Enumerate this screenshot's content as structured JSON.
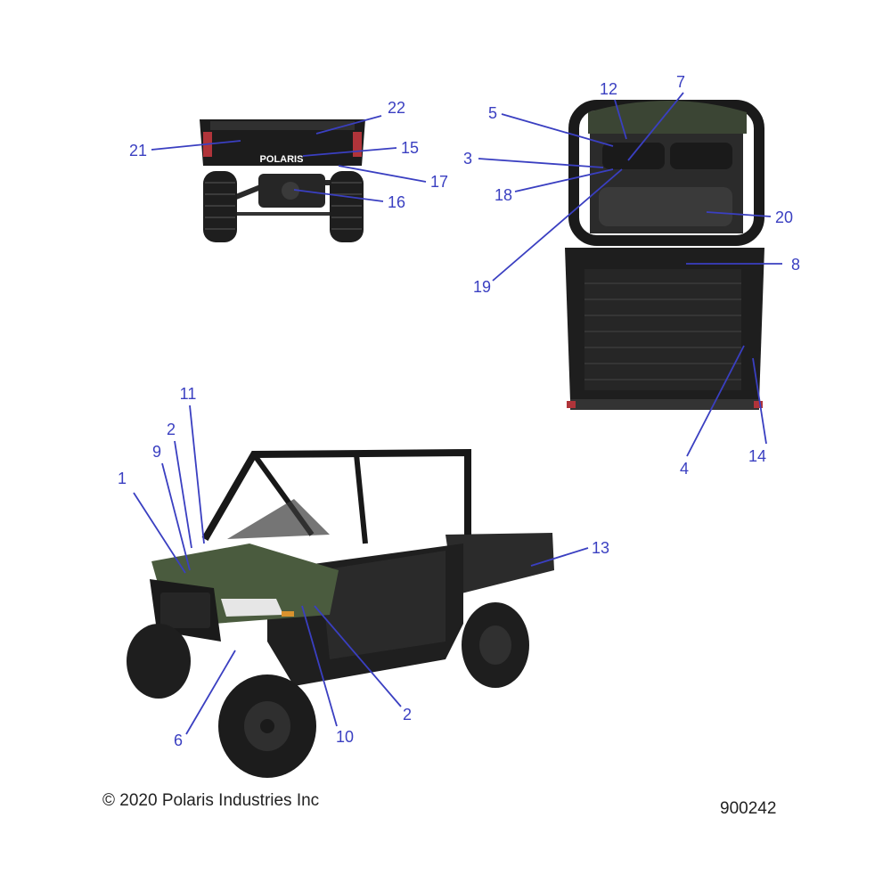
{
  "copyright": "© 2020 Polaris Industries Inc",
  "diagram_number": "900242",
  "rear_view": {
    "brand_badge": "POLARIS"
  },
  "colors": {
    "callout": "#3a3fc1",
    "vehicle_dark": "#1c1c1c",
    "vehicle_mid": "#2d2d2d",
    "hood_green": "#4a5b3e",
    "tail_light": "#b0343a",
    "text": "#222222"
  },
  "callouts": [
    {
      "id": "c21",
      "label": "21"
    },
    {
      "id": "c22",
      "label": "22"
    },
    {
      "id": "c15",
      "label": "15"
    },
    {
      "id": "c17",
      "label": "17"
    },
    {
      "id": "c16",
      "label": "16"
    },
    {
      "id": "c12",
      "label": "12"
    },
    {
      "id": "c7",
      "label": "7"
    },
    {
      "id": "c5",
      "label": "5"
    },
    {
      "id": "c3",
      "label": "3"
    },
    {
      "id": "c18",
      "label": "18"
    },
    {
      "id": "c20",
      "label": "20"
    },
    {
      "id": "c8",
      "label": "8"
    },
    {
      "id": "c19",
      "label": "19"
    },
    {
      "id": "c4",
      "label": "4"
    },
    {
      "id": "c14",
      "label": "14"
    },
    {
      "id": "c11",
      "label": "11"
    },
    {
      "id": "c2a",
      "label": "2"
    },
    {
      "id": "c9",
      "label": "9"
    },
    {
      "id": "c1",
      "label": "1"
    },
    {
      "id": "c13",
      "label": "13"
    },
    {
      "id": "c6",
      "label": "6"
    },
    {
      "id": "c10",
      "label": "10"
    },
    {
      "id": "c2b",
      "label": "2"
    }
  ]
}
